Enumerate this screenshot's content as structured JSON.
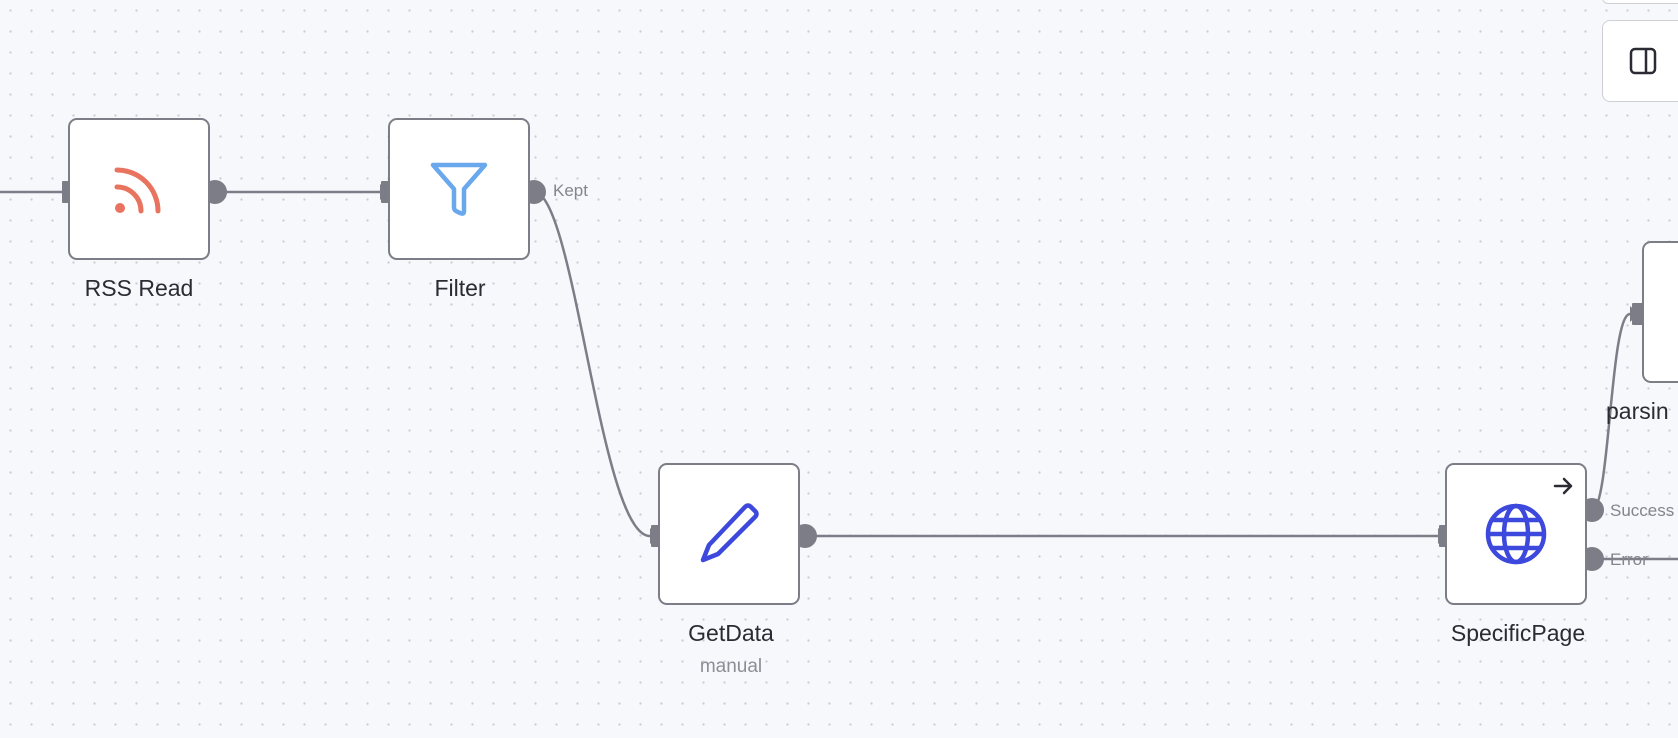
{
  "nodes": {
    "rss_read": {
      "label": "RSS Read",
      "icon": "rss-icon",
      "icon_color": "#e8735e"
    },
    "filter": {
      "label": "Filter",
      "icon": "filter-funnel-icon",
      "icon_color": "#6aa8ee",
      "output_label": "Kept"
    },
    "get_data": {
      "label": "GetData",
      "subtitle": "manual",
      "icon": "pencil-icon",
      "icon_color": "#3d48dd"
    },
    "specific_page": {
      "label": "SpecificPage",
      "icon": "globe-icon",
      "icon_color": "#3d48dd",
      "output_success": "Success",
      "output_error": "Error"
    },
    "parsing": {
      "label": "parsin"
    }
  },
  "toolbar": {
    "panel_toggle_icon": "side-panel-icon"
  },
  "colors": {
    "connection": "#7d7d87",
    "node_border": "#7d7d87",
    "canvas_bg": "#f7f8fb"
  }
}
